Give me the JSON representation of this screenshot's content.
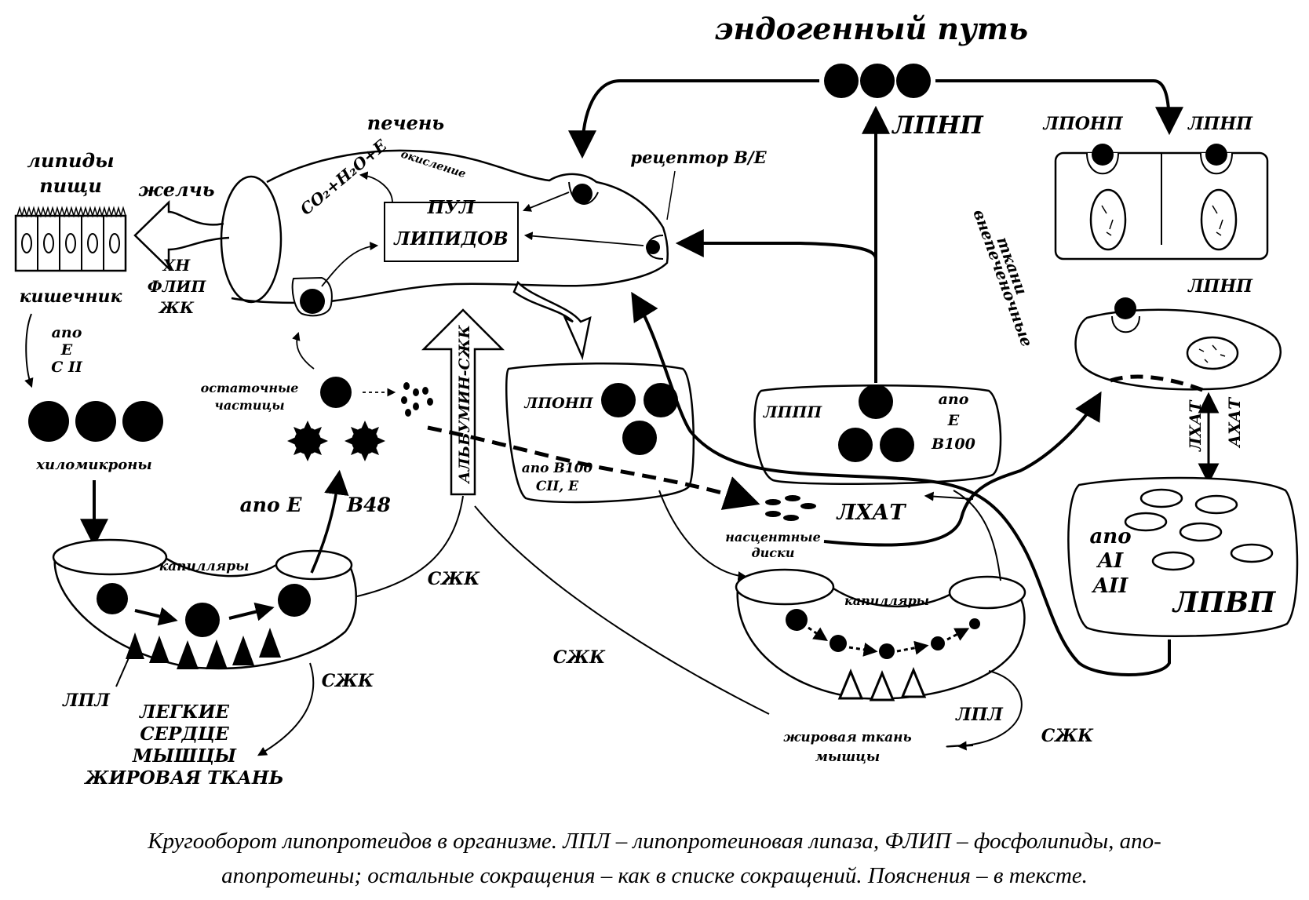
{
  "title": "эндогенный путь",
  "labels": {
    "lipids_food_1": "липиды",
    "lipids_food_2": "пищи",
    "bile": "желчь",
    "liver": "печень",
    "oxidation": "окисление",
    "co2": "CO₂+H₂O+E",
    "receptor": "рецептор В/Е",
    "pool_1": "ПУЛ",
    "pool_2": "ЛИПИДОВ",
    "xn": "ХН",
    "flip": "ФЛИП",
    "zhk": "ЖК",
    "intestine": "кишечник",
    "apo_e_c2_1": "апо",
    "apo_e_c2_2": "Е",
    "apo_e_c2_3": "С II",
    "chylomicrons": "хиломикроны",
    "remnants_1": "остаточные",
    "remnants_2": "частицы",
    "albumin": "АЛЬБУМИН-СЖК",
    "apo_e_left": "апо Е",
    "b48": "В48",
    "capillaries_left": "капилляры",
    "szhk_1": "СЖК",
    "szhk_2": "СЖК",
    "szhk_3": "СЖК",
    "szhk_4": "СЖК",
    "lpl_left": "ЛПЛ",
    "organs_1": "ЛЕГКИЕ",
    "organs_2": "СЕРДЦЕ",
    "organs_3": "МЫШЦЫ",
    "organs_4": "ЖИРОВАЯ ТКАНЬ",
    "vldl": "ЛПОНП",
    "vldl_apo_1": "апо В100",
    "vldl_apo_2": "СII, Е",
    "nascent_1": "насцентные",
    "nascent_2": "диски",
    "lcat_mid": "ЛХАТ",
    "capillaries_right": "капилляры",
    "lpl_right": "ЛПЛ",
    "adipose_1": "жировая ткань",
    "adipose_2": "мышцы",
    "ldl_top": "ЛПНП",
    "idl": "ЛППП",
    "idl_apo_1": "апо",
    "idl_apo_2": "Е",
    "idl_apo_3": "В100",
    "extrahepatic_1": "внепеченочные",
    "extrahepatic_2": "ткани",
    "vldl_cell": "ЛПОНП",
    "ldl_cell": "ЛПНП",
    "ldl_right": "ЛПНП",
    "lcat_v": "ЛХАТ",
    "acat_v": "АХАТ",
    "hdl_apo_1": "апо",
    "hdl_apo_2": "AI",
    "hdl_apo_3": "AII",
    "hdl": "ЛПВП"
  },
  "caption": {
    "line1": "Кругооборот липопротеидов в организме. ЛПЛ – липопротеиновая липаза, ФЛИП – фосфолипиды, апо-",
    "line2": "апопротеины; остальные сокращения – как в списке сокращений. Пояснения – в тексте."
  }
}
